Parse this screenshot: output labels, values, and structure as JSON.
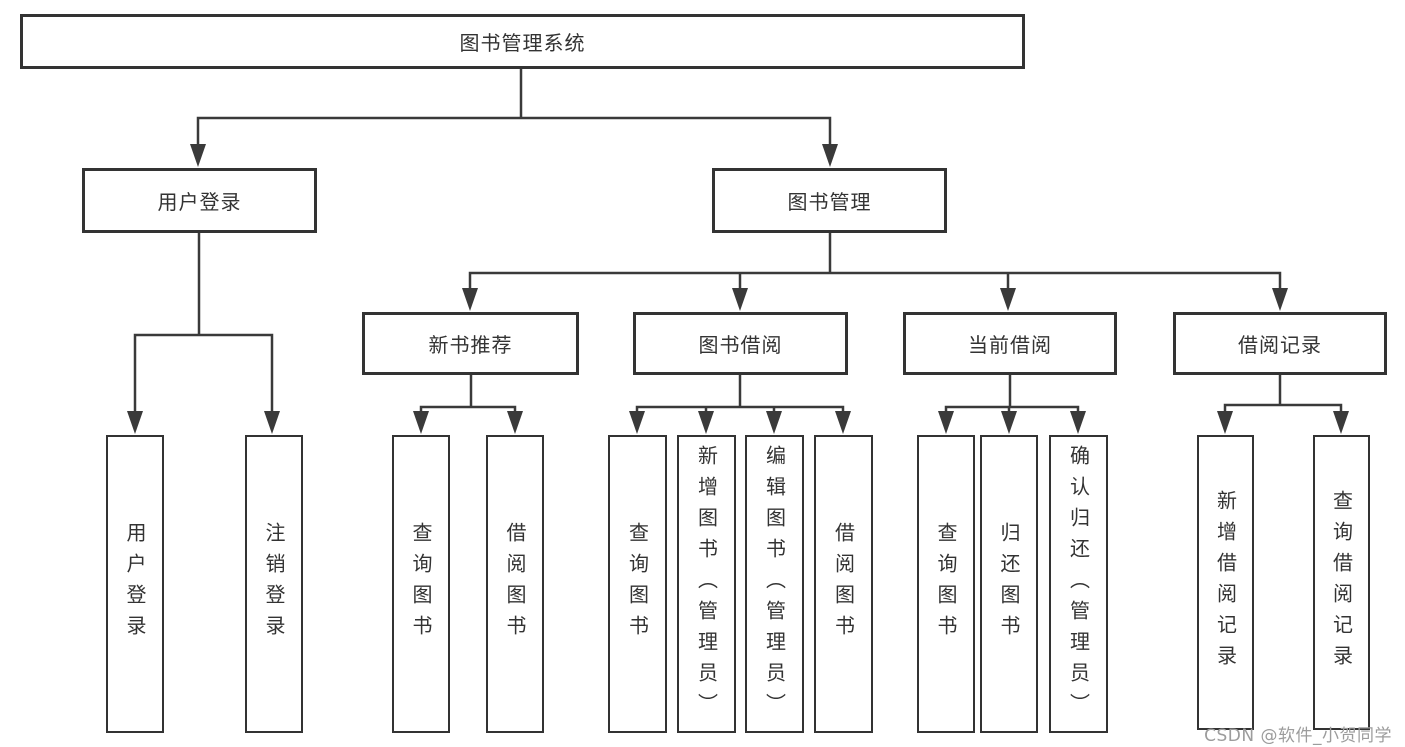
{
  "diagram": {
    "root": {
      "label": "图书管理系统"
    },
    "groups": [
      {
        "label": "用户登录",
        "leaves": [
          {
            "label": "用户登录"
          },
          {
            "label": "注销登录"
          }
        ]
      },
      {
        "label": "图书管理",
        "sections": [
          {
            "label": "新书推荐",
            "leaves": [
              {
                "label": "查询图书"
              },
              {
                "label": "借阅图书"
              }
            ]
          },
          {
            "label": "图书借阅",
            "leaves": [
              {
                "label": "查询图书"
              },
              {
                "label": "新增图书（管理员）"
              },
              {
                "label": "编辑图书（管理员）"
              },
              {
                "label": "借阅图书"
              }
            ]
          },
          {
            "label": "当前借阅",
            "leaves": [
              {
                "label": "查询图书"
              },
              {
                "label": "归还图书"
              },
              {
                "label": "确认归还（管理员）"
              }
            ]
          },
          {
            "label": "借阅记录",
            "leaves": [
              {
                "label": "新增借阅记录"
              },
              {
                "label": "查询借阅记录"
              }
            ]
          }
        ]
      }
    ]
  },
  "watermark": {
    "text": "CSDN @软件_小贺同学"
  },
  "colors": {
    "line": "#3a3a3a",
    "border": "#333333",
    "text": "#333333",
    "watermark": "#9c9c9c",
    "background": "#ffffff"
  }
}
